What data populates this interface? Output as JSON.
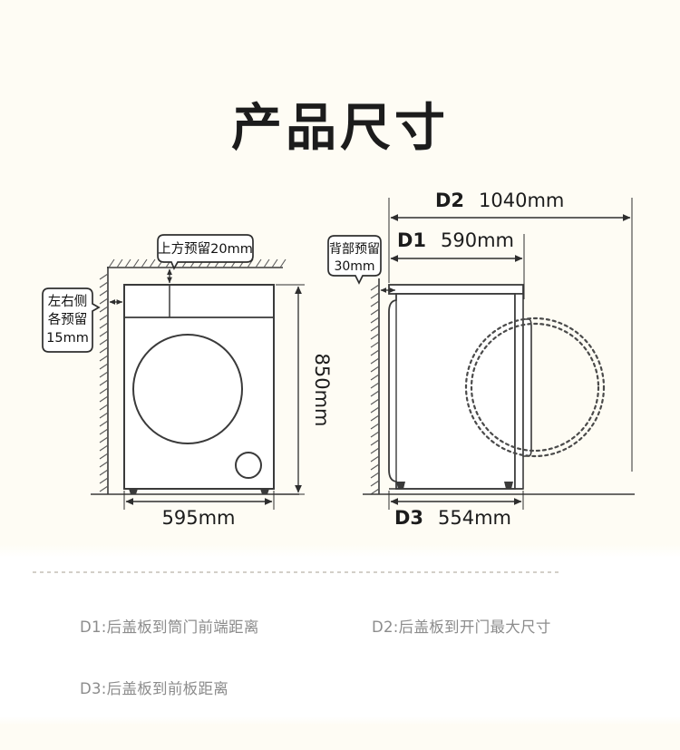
{
  "page": {
    "title": "产品尺寸",
    "background_color": "#fefcf4",
    "footer_background_color": "#ffffff",
    "line_color": "#3a3a3a",
    "legend_text_color": "#8c8c8c"
  },
  "front_view": {
    "name": "正视图",
    "callouts": [
      {
        "id": "top-clearance",
        "lines": [
          "上方预留20mm"
        ],
        "text": "上方预留20mm"
      },
      {
        "id": "side-clearance",
        "lines": [
          "左右侧",
          "各预留",
          "15mm"
        ],
        "text": "左右侧各预留15mm"
      }
    ],
    "dimensions": {
      "width": "595mm",
      "height": "850mm"
    }
  },
  "side_view": {
    "name": "侧视图",
    "callouts": [
      {
        "id": "back-clearance",
        "lines": [
          "背部预留",
          "30mm"
        ],
        "text": "背部预留30mm"
      }
    ],
    "dimensions": {
      "d2": {
        "code": "D2",
        "value": "1040mm"
      },
      "d1": {
        "code": "D1",
        "value": "590mm"
      },
      "d3": {
        "code": "D3",
        "value": "554mm"
      }
    }
  },
  "legend": {
    "d1": "D1:后盖板到筒门前端距离",
    "d2": "D2:后盖板到开门最大尺寸",
    "d3": "D3:后盖板到前板距离"
  }
}
